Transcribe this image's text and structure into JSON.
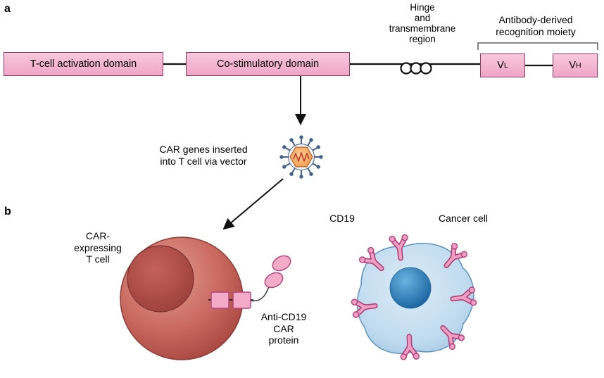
{
  "colors": {
    "box_pink": "#f3abc8",
    "box_border": "#8e3a5e",
    "line": "#111111",
    "receptor_pink": "#ef9ec4",
    "receptor_outline": "#b2407a",
    "vector_spikes": "#44618c",
    "tcell_body": "#c05a52",
    "tcell_nucleus": "#a84440",
    "cancer_body": "#bed9ee",
    "cancer_nucleus": "#1d6ca8"
  },
  "panel_a": {
    "label": "a",
    "tcell_activation_box": "T-cell activation domain",
    "costimulatory_box": "Co-stimulatory domain",
    "hinge_label": "Hinge\nand\ntransmembrane\nregion",
    "antibody_label": "Antibody-derived\nrecognition moiety",
    "vl": {
      "main": "V",
      "sub": "L"
    },
    "vh": {
      "main": "V",
      "sub": "H"
    }
  },
  "vector": {
    "caption": "CAR genes inserted\ninto T cell via vector"
  },
  "panel_b": {
    "label": "b",
    "tcell_label": "CAR-\nexpressing\nT cell",
    "car_protein_label": "Anti-CD19\nCAR\nprotein",
    "cd19_label": "CD19",
    "cancer_cell_label": "Cancer cell"
  }
}
